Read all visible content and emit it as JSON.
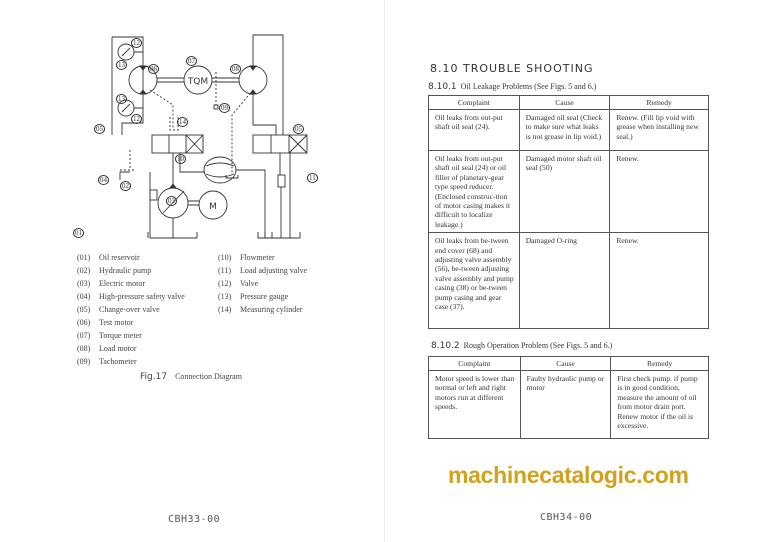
{
  "diagram": {
    "labels": {
      "tqm": "TQM",
      "motor": "M"
    },
    "callouts": [
      "12",
      "13",
      "06",
      "07",
      "08",
      "13",
      "12",
      "09",
      "14",
      "05",
      "05",
      "10",
      "11",
      "04",
      "02",
      "03",
      "01"
    ]
  },
  "legend": [
    {
      "num": "(01)",
      "label": "Oil reservoir"
    },
    {
      "num": "(02)",
      "label": "Hydraulic pump"
    },
    {
      "num": "(03)",
      "label": "Electric motor"
    },
    {
      "num": "(04)",
      "label": "High-pressure safety valve"
    },
    {
      "num": "(05)",
      "label": "Change-over valve"
    },
    {
      "num": "(06)",
      "label": "Test motor"
    },
    {
      "num": "(07)",
      "label": "Torque meter"
    },
    {
      "num": "(08)",
      "label": "Load motor"
    },
    {
      "num": "(09)",
      "label": "Tachometer"
    },
    {
      "num": "(10)",
      "label": "Flowmeter"
    },
    {
      "num": "(11)",
      "label": "Load adjusting valve"
    },
    {
      "num": "(12)",
      "label": "Valve"
    },
    {
      "num": "(13)",
      "label": "Pressure gauge"
    },
    {
      "num": "(14)",
      "label": "Measuring cylinder"
    }
  ],
  "caption": {
    "fig": "Fig.17",
    "title": "Connection Diagram"
  },
  "footer_left": "CBH33-00",
  "footer_right": "CBH34-00",
  "watermark": "machinecatalogic.com",
  "section": {
    "title": "8.10 TROUBLE SHOOTING"
  },
  "sub1": {
    "no": "8.10.1",
    "title": "Oil Leakage Problems (See Figs. 5 and 6.)",
    "headers": [
      "Complaint",
      "Cause",
      "Remedy"
    ],
    "rows": [
      [
        "Oil leaks from out-put shaft oil seal (24).",
        "Damaged oil seal (Check to make sure what leaks is not grease in lip void.)",
        "Renew. (Fill lip void with grease when installing new seal.)"
      ],
      [
        "Oil leaks from out-put shaft oil seal (24) or oil filler of planetary-gear type speed reducer. (Enclosed construc-tion of motor casing makes it difficult to localize leakage.)",
        "Damaged motor shaft oil seal (50)",
        "Renew."
      ],
      [
        "Oil leaks from be-tween end cover (68) and adjusting valve assembly (56), be-tween adjusting valve assembly and pump casing (38) or be-tween pump casing and gear case (37).",
        "Damaged O-ring",
        "Renew."
      ]
    ]
  },
  "sub2": {
    "no": "8.10.2",
    "title": "Rough Operation Problem (See Figs. 5 and 6.)",
    "headers": [
      "Complaint",
      "Cause",
      "Remedy"
    ],
    "rows": [
      [
        "Motor speed is lower than normal or left and right motors run at different speeds.",
        "Faulty hydraulic pump or motor",
        "First check pump. if pump is in good condition, measure the amount of oil from motor drain port. Renew motor if the oil is excessive."
      ]
    ]
  }
}
